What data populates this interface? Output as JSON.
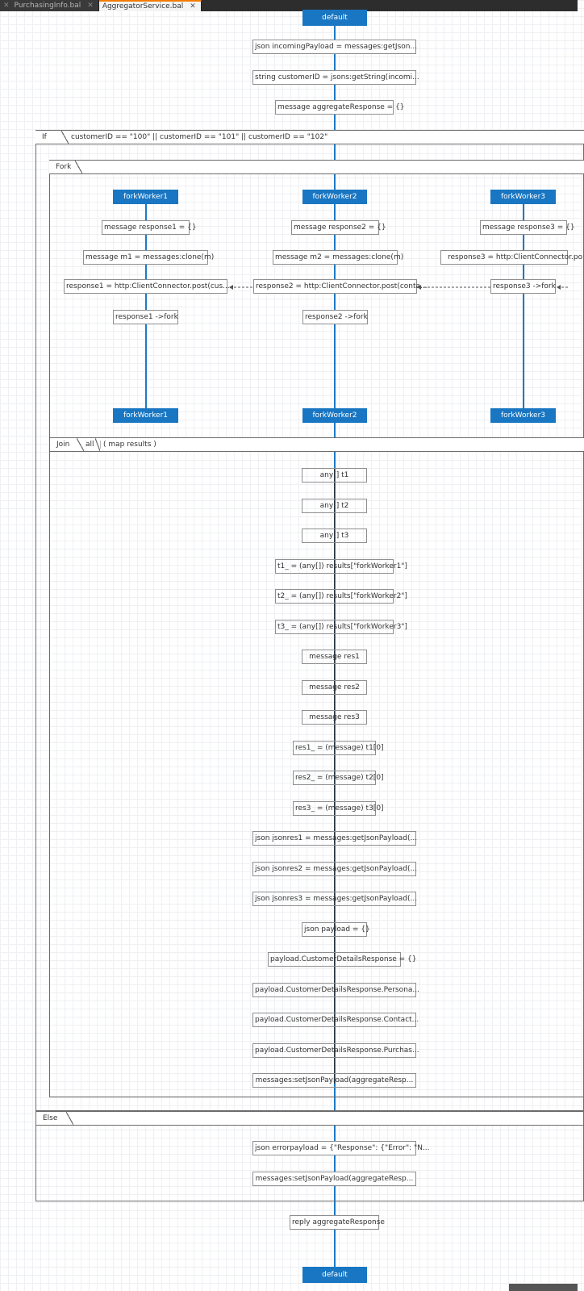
{
  "tabs": [
    {
      "label": "PurchasingInfo.bal",
      "active": false
    },
    {
      "label": "AggregatorService.bal",
      "active": true
    }
  ],
  "resource": {
    "start_label": "default",
    "end_label": "default"
  },
  "top_statements": [
    "json incomingPayload = messages:getJson...",
    "string customerID = jsons:getString(incomi...",
    "message aggregateResponse = {}"
  ],
  "if_block": {
    "keyword": "If",
    "condition": "customerID == \"100\" || customerID == \"101\" || customerID == \"102\""
  },
  "fork": {
    "keyword": "Fork",
    "workers": [
      {
        "name": "forkWorker1",
        "statements": [
          "message response1 = {}",
          "message m1 = messages:clone(m)",
          "response1 = http:ClientConnector.post(cus...",
          "response1 ->fork"
        ]
      },
      {
        "name": "forkWorker2",
        "statements": [
          "message response2 = {}",
          "message m2 = messages:clone(m)",
          "response2 = http:ClientConnector.post(conta...",
          "response2 ->fork"
        ]
      },
      {
        "name": "forkWorker3",
        "statements": [
          "message response3 = {}",
          "response3 = http:ClientConnector.po",
          "response3 ->fork"
        ]
      }
    ]
  },
  "join": {
    "keyword": "Join",
    "type": "all",
    "param": "( map results )",
    "statements": [
      "any[] t1",
      "any[] t2",
      "any[] t3",
      "t1_ = (any[]) results[\"forkWorker1\"]",
      "t2_ = (any[]) results[\"forkWorker2\"]",
      "t3_ = (any[]) results[\"forkWorker3\"]",
      "message res1",
      "message res2",
      "message res3",
      "res1_ = (message) t1[0]",
      "res2_ = (message) t2[0]",
      "res3_ = (message) t3[0]",
      "json jsonres1 = messages:getJsonPayload(...",
      "json jsonres2 = messages:getJsonPayload(...",
      "json jsonres3 = messages:getJsonPayload(...",
      "json payload = {}",
      "payload.CustomerDetailsResponse = {}",
      "payload.CustomerDetailsResponse.Persona...",
      "payload.CustomerDetailsResponse.Contact...",
      "payload.CustomerDetailsResponse.Purchas...",
      "messages:setJsonPayload(aggregateResp..."
    ]
  },
  "else_block": {
    "keyword": "Else",
    "statements": [
      "json errorpayload = {\"Response\": {\"Error\": \"N...",
      "messages:setJsonPayload(aggregateResp..."
    ]
  },
  "bottom_statements": [
    "reply aggregateResponse"
  ],
  "icons": {
    "tab_close": "close-icon"
  },
  "colors": {
    "accent": "#1976c2",
    "tab_active_border": "#f57c00",
    "tab_bar": "#2d2d2d"
  }
}
